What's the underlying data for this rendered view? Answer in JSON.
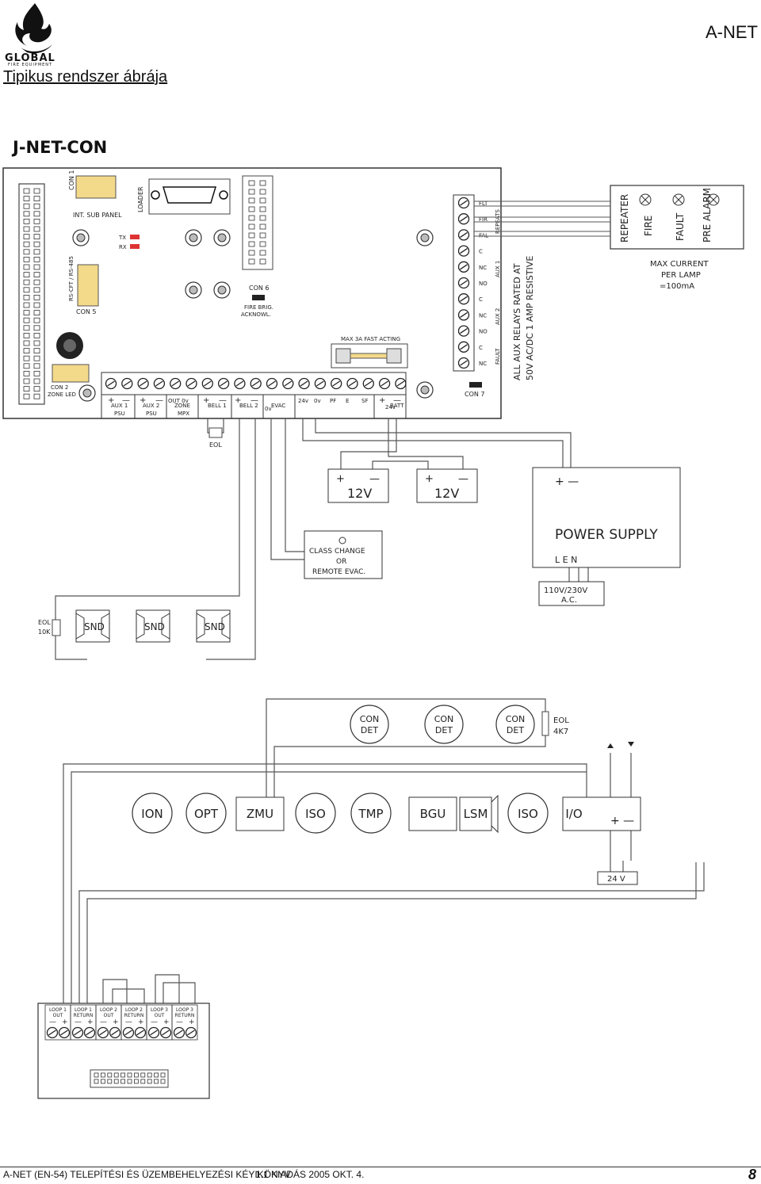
{
  "header": {
    "logo_text": "GLOBAL",
    "logo_sub": "FIRE EQUIPMENT",
    "product": "A-NET",
    "title": "Tipikus rendszer ábrája"
  },
  "section_title": "J-NET-CON",
  "panel": {
    "con1": "CON 1",
    "int_sub_panel": "INT. SUB PANEL",
    "loader": "LOADER",
    "tx": "TX",
    "rx": "RX",
    "rs485": "RS-CFT / RS-485",
    "con5": "CON 5",
    "con6": "CON 6",
    "fire_brig_1": "FIRE BRIG.",
    "fire_brig_2": "ACKNOWL.",
    "con2": "CON 2",
    "zone_led": "ZONE LED",
    "fuse": "MAX 3A FAST ACTING",
    "con7": "CON 7",
    "relay_labels": [
      "FLT",
      "FIR",
      "FAL",
      "C",
      "NC",
      "NO",
      "C",
      "NC",
      "NO",
      "C",
      "NC"
    ],
    "repeats": "REPEATS",
    "aux1": "AUX 1",
    "aux2": "AUX 2",
    "fault": "FAULT",
    "relay_rating_1": "ALL AUX RELAYS RATED AT",
    "relay_rating_2": "50V AC/DC 1 AMP RESISTIVE",
    "terminal_groups": [
      {
        "l1": "AUX 1",
        "l2": "PSU"
      },
      {
        "l1": "AUX 2",
        "l2": "PSU"
      },
      {
        "l1": "ZONE",
        "l2": "MPX"
      },
      {
        "l1": "BELL 1",
        "l2": ""
      },
      {
        "l1": "BELL 2",
        "l2": ""
      },
      {
        "l1": "EVAC",
        "l2": ""
      },
      {
        "l1": "",
        "l2": ""
      },
      {
        "l1": "BATT",
        "l2": ""
      }
    ],
    "out_0v": "OUT  0v",
    "evac_0v": "0v",
    "psu_terms": [
      "24v",
      "0v",
      "PF",
      "E",
      "SF"
    ],
    "batt_24v": "24v"
  },
  "repeater": {
    "labels": [
      "REPEATER",
      "FIRE",
      "FAULT",
      "PRE ALARM"
    ],
    "max_current_1": "MAX CURRENT",
    "max_current_2": "PER LAMP",
    "max_current_3": "=100mA"
  },
  "wiring": {
    "eol": "EOL",
    "batteries": [
      "12V",
      "12V"
    ],
    "psu_title": "POWER SUPPLY",
    "psu_terms": "L  E  N",
    "mains_1": "110V/230V",
    "mains_2": "A.C.",
    "class_change_1": "CLASS CHANGE",
    "class_change_2": "OR",
    "class_change_3": "REMOTE EVAC.",
    "eol_10k_1": "EOL",
    "eol_10k_2": "10K",
    "sounders": [
      "SND",
      "SND",
      "SND"
    ]
  },
  "detectors": {
    "conv": [
      "CON DET",
      "CON DET",
      "CON DET"
    ],
    "eol_4k7_1": "EOL",
    "eol_4k7_2": "4K7",
    "loop": [
      "ION",
      "OPT",
      "ZMU",
      "ISO",
      "TMP",
      "BGU",
      "LSM",
      "ISO",
      "I/O"
    ],
    "supply": "24 V"
  },
  "loop_terminals": [
    {
      "l1": "LOOP 1",
      "l2": "OUT"
    },
    {
      "l1": "LOOP 1",
      "l2": "RETURN"
    },
    {
      "l1": "LOOP 2",
      "l2": "OUT"
    },
    {
      "l1": "LOOP 2",
      "l2": "RETURN"
    },
    {
      "l1": "LOOP 3",
      "l2": "OUT"
    },
    {
      "l1": "LOOP 3",
      "l2": "RETURN"
    }
  ],
  "footer": {
    "left": "A-NET (EN-54) TELEPÍTÉSI ÉS ÜZEMBEHELYEZÉSI KÉYIKÖNYV",
    "mid": "1.1 KIADÁS 2005 OKT. 4.",
    "page": "8"
  }
}
